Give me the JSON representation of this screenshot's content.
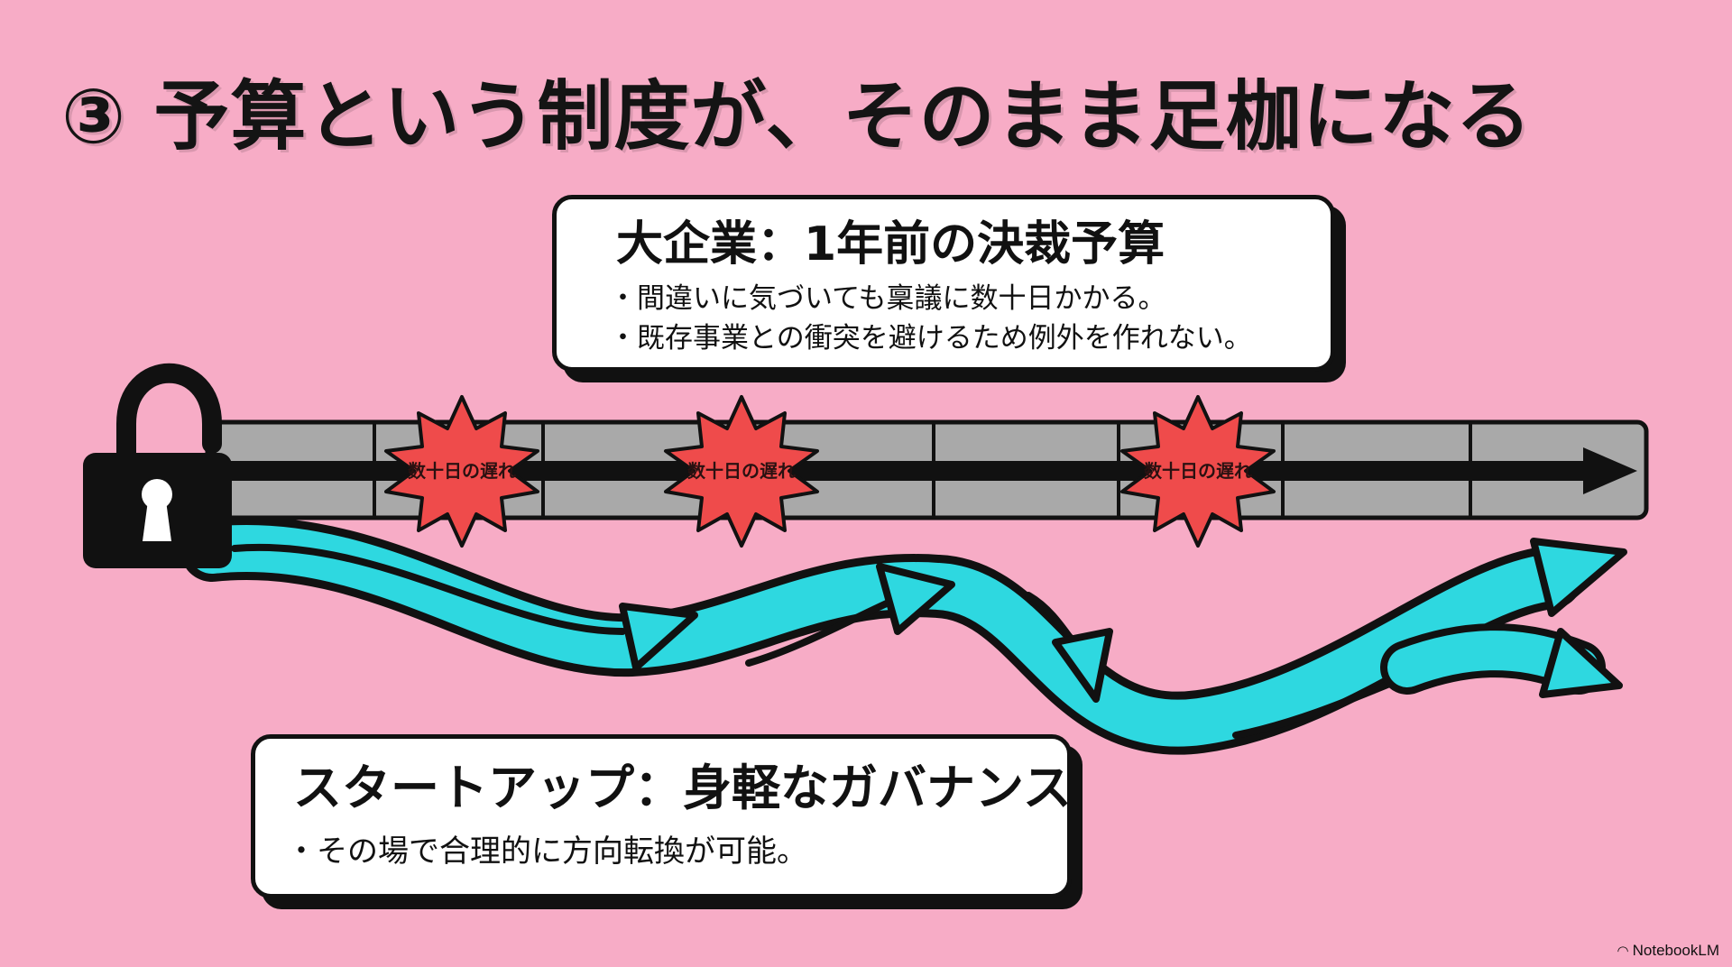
{
  "slide": {
    "title": "③ 予算という制度が、そのまま足枷になる",
    "background": "#F7ACC6"
  },
  "big_company": {
    "heading": "大企業：1年前の決裁予算",
    "bullets": [
      "間違いに気づいても稟議に数十日かかる。",
      "既存事業との衝突を避けるため例外を作れない。"
    ]
  },
  "road": {
    "delays": [
      "数十日の遅れ",
      "数十日の遅れ",
      "数十日の遅れ"
    ],
    "burst_color": "#EF4B4B",
    "road_color": "#A9A9A9"
  },
  "startup": {
    "heading": "スタートアップ：身軽なガバナンス",
    "bullets": [
      "その場で合理的に方向転換が可能。"
    ],
    "arrow_color": "#2ED8E0"
  },
  "footer": {
    "brand": "NotebookLM",
    "icon": "notebooklm-logo-icon"
  }
}
